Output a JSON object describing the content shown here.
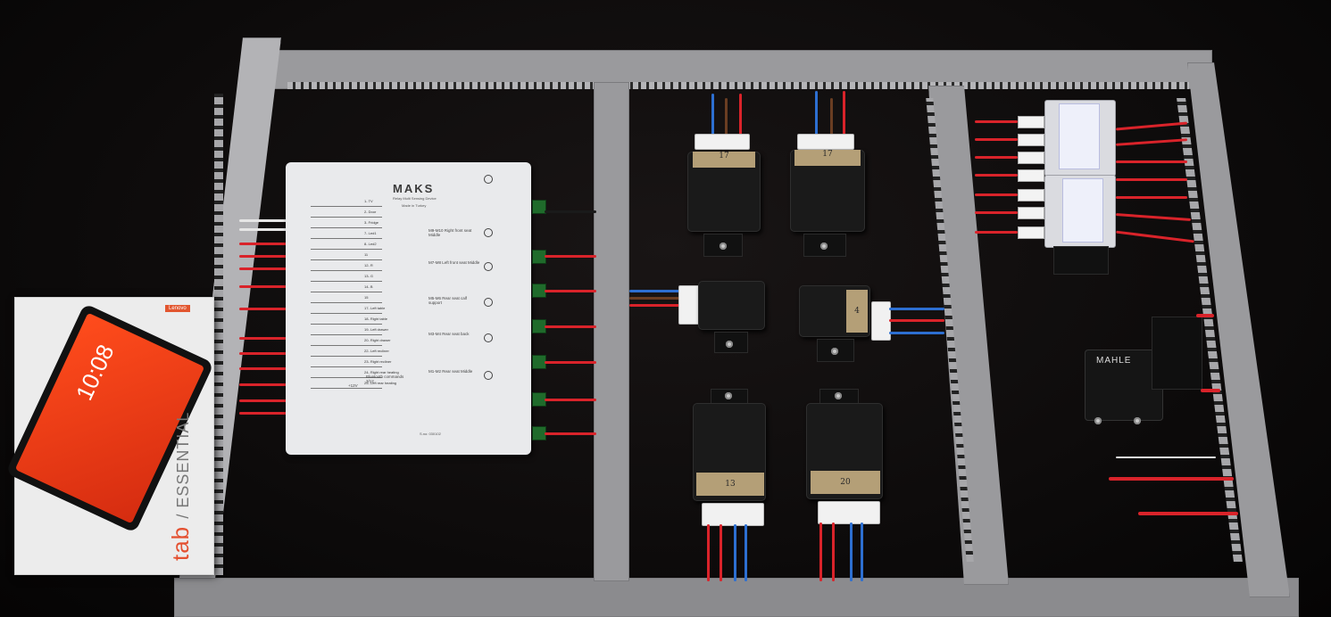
{
  "maks_box": {
    "brand": "MAKS",
    "subtitle": "Relay Multi Sensing Device",
    "made_in": "Made in Turkey",
    "pins": [
      "1- TV",
      "2- Door",
      "3- Fridge",
      "7- Led1",
      "8- Led2",
      "11",
      "12- R",
      "13- G",
      "14- B",
      "15",
      "17- Left table",
      "18- Right table",
      "19- Left drawer",
      "20- Right drawer",
      "22- Left recliner",
      "23- Right recliner",
      "24- Right rear heating",
      "25- Left rear heating",
      "Bluetooth commands 3/12"
    ],
    "sensors": [
      "M9-M10 Right front seat Middle",
      "M7-M8 Left front seat Middle",
      "M5-M6 Rear seat calf support",
      "M3-M4 Rear seat back",
      "M1-M2 Rear seat Middle"
    ],
    "voltage_label": "+12V",
    "serial": "S.no: 030102"
  },
  "relays": {
    "top_left": "17",
    "top_right": "17",
    "mid_right": "4",
    "bottom_left": "13",
    "bottom_right": "20"
  },
  "mahle_relay": {
    "brand": "MAHLE"
  },
  "tablet_box": {
    "brand": "Lenovo",
    "screen_time": "10:08",
    "product_line": "tab",
    "product_series": "ESSENTIAL"
  },
  "colors": {
    "frame": "#9a9a9d",
    "wire_red": "#d9232a",
    "wire_blue": "#2d6fd1",
    "relay_label": "#b49f77",
    "background": "#0b0a0a"
  }
}
